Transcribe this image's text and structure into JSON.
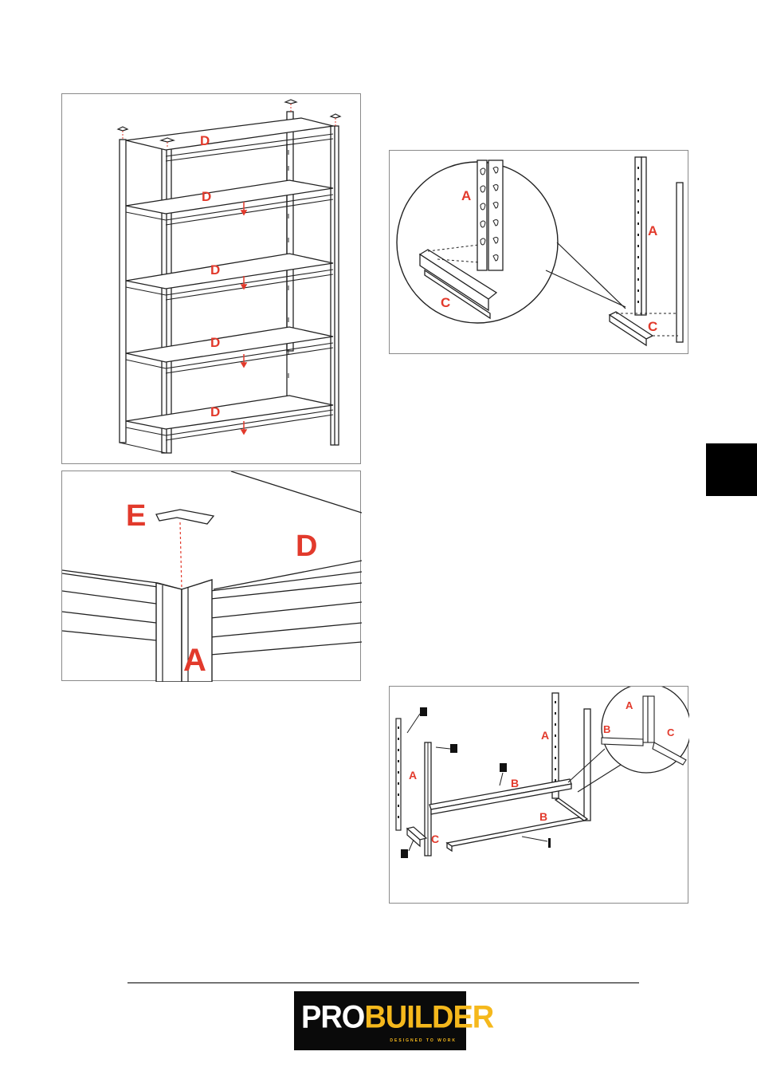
{
  "fig_full_shelf": {
    "labels": [
      "D",
      "D",
      "D",
      "D",
      "D"
    ]
  },
  "fig_corner_cap": {
    "label_e": "E",
    "label_d": "D",
    "label_a": "A"
  },
  "fig_upright_connector": {
    "detail_a": "A",
    "detail_c": "C",
    "main_a": "A",
    "main_c": "C"
  },
  "fig_frame_assembly": {
    "upright_a_left": "A",
    "upright_a_right": "A",
    "beam_b_top": "B",
    "beam_b_bottom": "B",
    "connector_c": "C",
    "detail_a": "A",
    "detail_b": "B",
    "detail_c": "C"
  },
  "brand": {
    "pro": "PRO",
    "builder": "BUILDER",
    "tagline": "DESIGNED TO WORK"
  },
  "colors": {
    "label_red": "#e23a2c",
    "logo_yellow": "#f5b81c",
    "logo_bg": "#0a0a0a"
  }
}
